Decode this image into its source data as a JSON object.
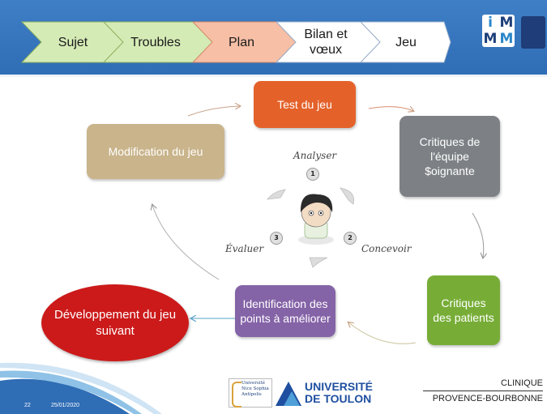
{
  "header": {
    "steps": [
      {
        "label": "Sujet",
        "color": "#d5ebb6"
      },
      {
        "label": "Troubles",
        "color": "#d5ebb6"
      },
      {
        "label": "Plan",
        "color": "#f6bfa6"
      },
      {
        "label": "Bilan et\nvœux",
        "color": "#ffffff"
      },
      {
        "label": "Jeu",
        "color": "#ffffff"
      }
    ],
    "logo_imm": [
      "i",
      "M",
      "M",
      "M"
    ]
  },
  "cycle": {
    "test": "Test du jeu",
    "critiques_equipe": "Critiques de l'équipe $oignante",
    "critiques_patients": "Critiques des patients",
    "identification": "Identification des points à améliorer",
    "modification": "Modification du jeu",
    "developpement": "Développement du jeu suivant",
    "analyser": "Analyser",
    "concevoir": "Concevoir",
    "evaluer": "Évaluer",
    "n1": "1",
    "n2": "2",
    "n3": "3"
  },
  "footer": {
    "page": "22",
    "date": "25/01/2020",
    "uni_nice": "Université Nice Sophia Antipolis",
    "uni_toulon_1": "UNIVERSITÉ",
    "uni_toulon_2": "DE TOULON",
    "clinique_1": "CLINIQUE",
    "clinique_2": "PROVENCE-BOURBONNE"
  },
  "colors": {
    "test": "#e4622a",
    "critiques_equipe": "#7d8185",
    "critiques_patients": "#77ad37",
    "identification": "#8463a7",
    "modification": "#c9b48b",
    "developpement": "#cc1a1a",
    "header": "#3f7fc6"
  }
}
